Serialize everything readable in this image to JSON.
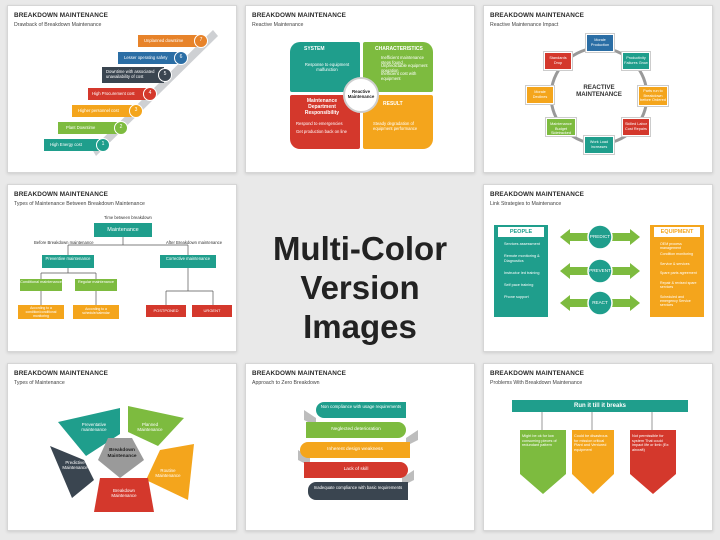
{
  "center": {
    "line1": "Multi-Color",
    "line2": "Version Images"
  },
  "slides": [
    {
      "title": "BREAKDOWN MAINTENANCE",
      "subtitle": "Drawback of Breakdown Maintenance",
      "steps": [
        {
          "n": "1",
          "text": "High Energy cost",
          "color": "#1f9e8c"
        },
        {
          "n": "2",
          "text": "Plant Downtime",
          "color": "#7dbb3f"
        },
        {
          "n": "3",
          "text": "Higher personnel cost",
          "color": "#f4a51c"
        },
        {
          "n": "4",
          "text": "High Procurement cost",
          "color": "#d4382c"
        },
        {
          "n": "5",
          "text": "Downtime with associated unavailability of cost",
          "color": "#3a4550"
        },
        {
          "n": "6",
          "text": "Lesser operating safety",
          "color": "#2b6ea5"
        },
        {
          "n": "7",
          "text": "Unplanned downtime",
          "color": "#e7832a"
        }
      ]
    },
    {
      "title": "BREAKDOWN MAINTENANCE",
      "subtitle": "Reactive Maintenance",
      "system_title": "SYSTEM",
      "system_text": "Response to equipment malfunction",
      "char_title": "CHARACTERISTICS",
      "char_items": [
        "Inefficient maintenance steps found",
        "Unpredictable equipment operation",
        "Inefficient cost with equipment"
      ],
      "dept_title": "Maintenance Department Responsibility",
      "dept_items": [
        "Respond to emergencies",
        "Get production back on line"
      ],
      "result_title": "RESULT",
      "result_items": [
        "Steady degradation of equipment performance"
      ],
      "center": "Reactive Maintenance"
    },
    {
      "title": "BREAKDOWN MAINTENANCE",
      "subtitle": "Reactive Maintenance Impact",
      "center_line1": "REACTIVE",
      "center_line2": "MAINTENANCE",
      "nodes": [
        {
          "text": "Morale Production",
          "color": "#2b6ea5"
        },
        {
          "text": "Productivity Failures Grow",
          "color": "#1f9e8c"
        },
        {
          "text": "Parts run to Breakdown before Ordered",
          "color": "#f4a51c"
        },
        {
          "text": "Skilled Labor Cost Repairs",
          "color": "#d4382c"
        },
        {
          "text": "Work Load Increases",
          "color": "#1f9e8c"
        },
        {
          "text": "Maintenance Budget Sidetracked",
          "color": "#7dbb3f"
        },
        {
          "text": "Morale Declines",
          "color": "#f4a51c"
        },
        {
          "text": "Standards Drop",
          "color": "#d4382c"
        }
      ]
    },
    {
      "title": "BREAKDOWN MAINTENANCE",
      "subtitle": "Types of Maintenance Between Breakdown Maintenance",
      "time_label": "Time between breakdown",
      "root": "Maintenance",
      "before_label": "Before Breakdown maintenance",
      "after_label": "After Breakdown maintenance",
      "preventive": "Preventive maintenance",
      "corrective": "Corrective maintenance",
      "cond": "Conditional maintenance",
      "reg": "Regular maintenance",
      "cond_note": "According to a condition/conditional monitoring",
      "reg_note": "According to a schedule/calendar",
      "postponed": "POSTPONED",
      "urgent": "URGENT"
    },
    {
      "title": "BREAKDOWN MAINTENANCE",
      "subtitle": "Link Strategies to Maintenance",
      "people_title": "PEOPLE",
      "people_items": [
        "Services assessment",
        "Remote monitoring & Diagnostics",
        "Instructor led training",
        "Self pace training",
        "Phone support"
      ],
      "equip_title": "EQUIPMENT",
      "equip_items": [
        "OEM process management",
        "Condition monitoring",
        "Service & services",
        "Spare parts agreement",
        "Repair & revised spare services",
        "Scheduled and emergency Service services"
      ],
      "predict": "PREDICT",
      "prevent": "PREVENT",
      "react": "REACT"
    },
    {
      "title": "BREAKDOWN MAINTENANCE",
      "subtitle": "Types of Maintenance",
      "center": "Breakdown Maintenance",
      "petals": [
        {
          "text": "Preventative maintenance",
          "color": "#1f9e8c"
        },
        {
          "text": "Planned Maintenance",
          "color": "#7dbb3f"
        },
        {
          "text": "Routine Maintenance",
          "color": "#f4a51c"
        },
        {
          "text": "Breakdown Maintenance",
          "color": "#d4382c"
        },
        {
          "text": "Predictive Maintenance",
          "color": "#3a4550"
        }
      ]
    },
    {
      "title": "BREAKDOWN MAINTENANCE",
      "subtitle": "Approach to Zero Breakdown",
      "ribbons": [
        {
          "text": "Non compliance with usage requirements",
          "color": "#1f9e8c"
        },
        {
          "text": "Neglected deterioration",
          "color": "#7dbb3f"
        },
        {
          "text": "Inherent design weakness",
          "color": "#f4a51c"
        },
        {
          "text": "Lack of skill",
          "color": "#d4382c"
        },
        {
          "text": "Inadequate compliance with basic requirements",
          "color": "#3a4550"
        }
      ]
    },
    {
      "title": "BREAKDOWN MAINTENANCE",
      "subtitle": "Problems With Breakdown Maintenance",
      "banner": "Run it till it breaks",
      "arrows": [
        {
          "text": "Might be ok for low consuming pieces of redundant pattern",
          "color": "#7dbb3f"
        },
        {
          "text": "Could be disastrous for mission critical Plant and Ventured equipment",
          "color": "#f4a51c"
        },
        {
          "text": "Not permissible for system That could impact life or limb (Ex: aircraft)",
          "color": "#d4382c"
        }
      ]
    }
  ]
}
